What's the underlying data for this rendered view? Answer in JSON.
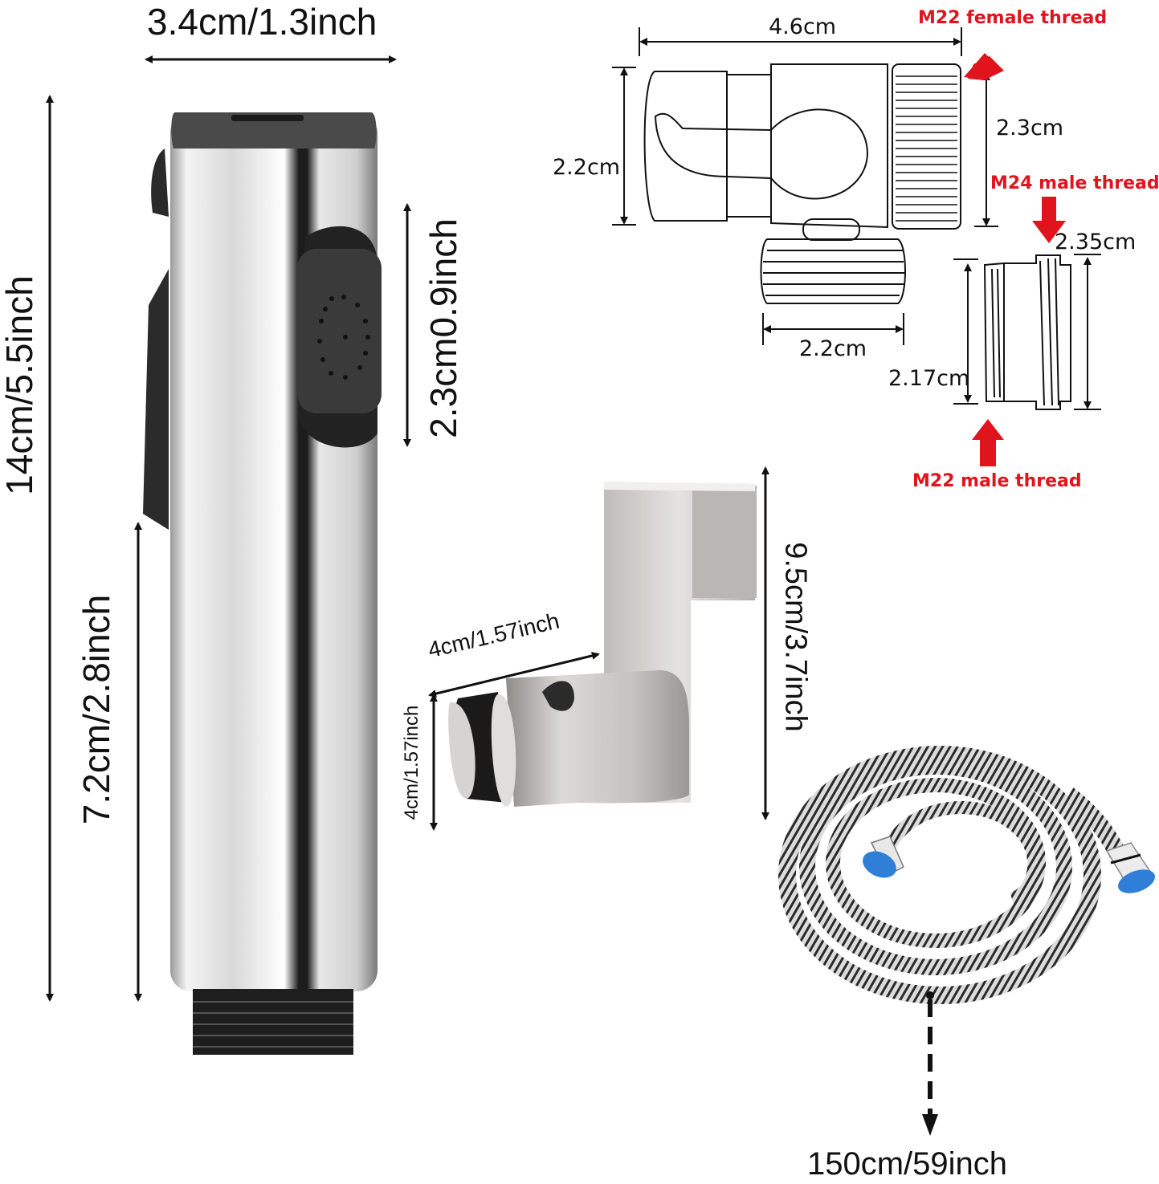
{
  "title": "Bidet sprayer kit dimensions",
  "colors": {
    "annotation_red": "#e0141c",
    "line": "#111111",
    "chrome_dark": "#3a3a3a",
    "chrome_light": "#f2f2f2",
    "hose_cap_blue": "#2f7fd8"
  },
  "sprayer": {
    "width_label": "3.4cm/1.3inch",
    "height_label": "14cm/5.5inch",
    "button_label": "2.3cm0.9inch",
    "lower_label": "7.2cm/2.8inch"
  },
  "adapter": {
    "length_label": "4.6cm",
    "left_height_label": "2.2cm",
    "nut_height_label": "2.3cm",
    "bottom_width_label": "2.2cm",
    "female_thread_label": "M22 female thread",
    "male24_thread_label": "M24 male thread"
  },
  "connector": {
    "outer_label": "2.35cm",
    "inner_label": "2.17cm",
    "male22_thread_label": "M22 male thread"
  },
  "holder": {
    "depth_label": "4cm/1.57inch",
    "width_label": "4cm/1.57inch",
    "height_label": "9.5cm/3.7inch"
  },
  "hose": {
    "length_label": "150cm/59inch"
  }
}
